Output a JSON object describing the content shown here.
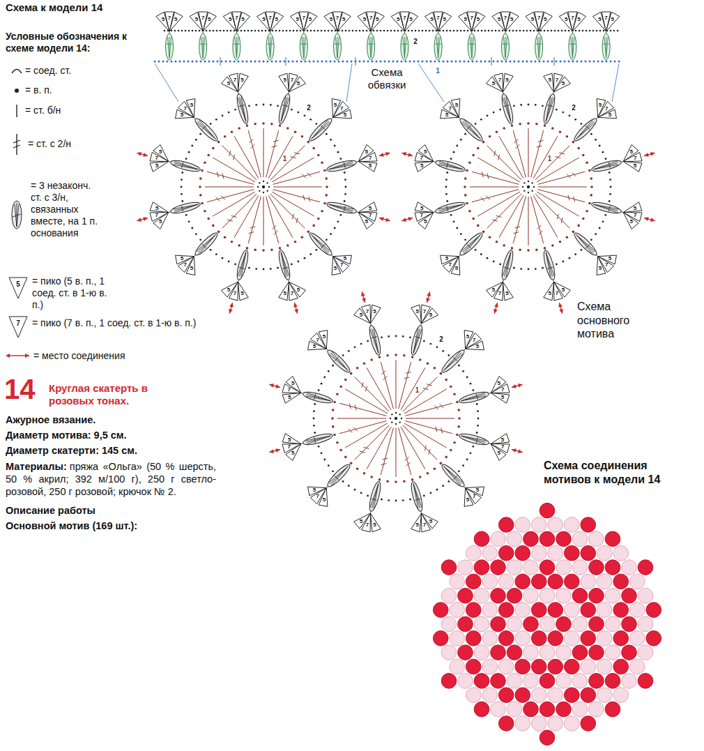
{
  "diagram": {
    "title": "Схема к модели 14",
    "labels": [
      "Условные обозначения к схеме модели 14:",
      "Схема обвязки",
      "Схема основного мотива",
      "14",
      "Круглая скатерть в розовых тонах.",
      "Ажурное вязание.",
      "Диаметр мотива: 9,5 см.",
      "Диаметр скатерти: 145 см.",
      "Материалы:",
      "пряжа «Ольга» (50 % шерсть, 50 % акрил; 392 м/100 г), 250 г светло-розовой, 250 г розовой; крючок № 2.",
      "Описание работы",
      "Основной мотив (169 шт.):",
      "Схема соединения мотивов к модели 14",
      "5",
      "7",
      "2",
      "1",
      "1",
      "2",
      "1",
      "2",
      "1",
      "2",
      "5",
      "7",
      "5",
      "5",
      "7",
      "5",
      "5",
      "7",
      "5",
      "5",
      "7",
      "5",
      "5",
      "7",
      "5",
      "5",
      "7",
      "5",
      "5",
      "7",
      "5",
      "5",
      "7",
      "5",
      "5",
      "7",
      "5",
      "5",
      "7",
      "5",
      "5",
      "7",
      "5",
      "5",
      "7",
      "5",
      "5",
      "7",
      "5",
      "5",
      "7",
      "5",
      "5",
      "7",
      "5",
      "5",
      "7",
      "5",
      "5",
      "7",
      "5",
      "5",
      "7",
      "5",
      "5",
      "7",
      "5",
      "5",
      "7",
      "5",
      "5",
      "7",
      "5",
      "5",
      "7",
      "5",
      "5",
      "7",
      "5",
      "5",
      "7",
      "5",
      "5",
      "7",
      "5",
      "5",
      "7",
      "5",
      "5",
      "7",
      "5",
      "5",
      "7",
      "5",
      "5",
      "7",
      "5",
      "5",
      "7",
      "5",
      "5",
      "7",
      "5",
      "5",
      "7",
      "5",
      "5",
      "7",
      "5",
      "5",
      "7",
      "5",
      "5",
      "7",
      "5",
      "5",
      "7",
      "5",
      "5",
      "7",
      "5",
      "5",
      "7",
      "5",
      "5",
      "7",
      "5",
      "5",
      "7",
      "5",
      "5",
      "7",
      "5",
      "5",
      "7",
      "5",
      "5",
      "7",
      "5",
      "5",
      "7",
      "5",
      "5",
      "7",
      "5",
      "5",
      "7",
      "5",
      "5",
      "7",
      "5",
      "5",
      "7",
      "5",
      "5",
      "7",
      "5",
      "5",
      "7",
      "5"
    ],
    "legend": [
      {
        "text": "= соед. ст."
      },
      {
        "text": "= в. п."
      },
      {
        "text": "= ст. б/н"
      },
      {
        "text": "= ст. с 2/н"
      },
      {
        "text": "= 3 незаконч. ст. с 3/н, связанных вместе, на 1 п. основания"
      },
      {
        "text": "= пико (5 в. п., 1 соед. ст. в 1-ю в. п.)"
      },
      {
        "text": "= пико (7 в. п., 1 соед. ст. в 1-ю в. п.)"
      },
      {
        "text": "= место соединения"
      }
    ]
  }
}
